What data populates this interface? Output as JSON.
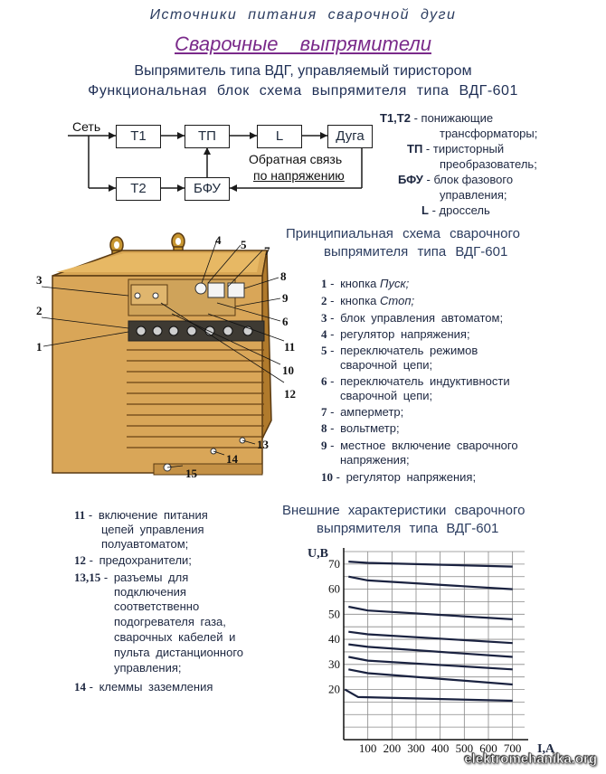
{
  "header": {
    "top_title": "Источники питания сварочной дуги",
    "subtitle": "Сварочные выпрямители",
    "section1_title": "Выпрямитель типа ВДГ, управляемый тиристором",
    "section1_sub": "Функциональная блок схема выпрямителя типа ВДГ-601"
  },
  "block_diagram": {
    "input_label": "Сеть",
    "blocks": [
      "Т1",
      "ТП",
      "L",
      "Дуга",
      "Т2",
      "БФУ"
    ],
    "feedback_label_1": "Обратная связь",
    "feedback_label_2": "по напряжению"
  },
  "block_legend": [
    {
      "key": "Т1,Т2",
      "text": "- понижающие"
    },
    {
      "key": "",
      "text": "трансформаторы;"
    },
    {
      "key": "ТП",
      "text": "- тиристорный"
    },
    {
      "key": "",
      "text": "преобразователь;"
    },
    {
      "key": "БФУ",
      "text": "- блок фазового"
    },
    {
      "key": "",
      "text": "управления;"
    },
    {
      "key": "L",
      "text": "- дроссель"
    }
  ],
  "schematic": {
    "title_1": "Принципиальная схема сварочного",
    "title_2": "выпрямителя типа ВДГ-601",
    "callouts": [
      "1",
      "2",
      "3",
      "4",
      "5",
      "6",
      "7",
      "8",
      "9",
      "10",
      "11",
      "12",
      "13",
      "14",
      "15"
    ]
  },
  "parts_right": [
    {
      "n": "1",
      "text": "- кнопка",
      "em": "Пуск;"
    },
    {
      "n": "2",
      "text": "- кнопка",
      "em": "Стоп;"
    },
    {
      "n": "3",
      "text": "- блок управления автоматом;",
      "em": ""
    },
    {
      "n": "4",
      "text": "- регулятор напряжения;",
      "em": ""
    },
    {
      "n": "5",
      "text": "- переключатель режимов",
      "em": ""
    },
    {
      "n": "",
      "text": "сварочной цепи;",
      "em": ""
    },
    {
      "n": "6",
      "text": "- переключатель индуктивности",
      "em": ""
    },
    {
      "n": "",
      "text": "сварочной цепи;",
      "em": ""
    },
    {
      "n": "7",
      "text": "- амперметр;",
      "em": ""
    },
    {
      "n": "8",
      "text": "- вольтметр;",
      "em": ""
    },
    {
      "n": "9",
      "text": "- местное включение сварочного",
      "em": ""
    },
    {
      "n": "",
      "text": "напряжения;",
      "em": ""
    },
    {
      "n": "10",
      "text": "- регулятор напряжения;",
      "em": ""
    }
  ],
  "parts_left": [
    {
      "n": "11",
      "text": "- включение питания"
    },
    {
      "n": "",
      "text": "цепей управления"
    },
    {
      "n": "",
      "text": "полуавтоматом;"
    },
    {
      "n": "12",
      "text": "- предохранители;"
    },
    {
      "n": "13,15",
      "text": "- разъемы для"
    },
    {
      "n": "",
      "text": "подключения"
    },
    {
      "n": "",
      "text": "соответственно"
    },
    {
      "n": "",
      "text": "подогревателя газа,"
    },
    {
      "n": "",
      "text": "сварочных кабелей и"
    },
    {
      "n": "",
      "text": "пульта дистанционного"
    },
    {
      "n": "",
      "text": "управления;"
    },
    {
      "n": "14",
      "text": "- клеммы заземления"
    }
  ],
  "chart_title_1": "Внешние характеристики сварочного",
  "chart_title_2": "выпрямителя типа ВДГ-601",
  "chart_data": {
    "type": "line",
    "xlabel": "I,A",
    "ylabel": "U,B",
    "x_ticks": [
      100,
      200,
      300,
      400,
      500,
      600,
      700
    ],
    "y_ticks": [
      20,
      30,
      40,
      50,
      60,
      70
    ],
    "xlim": [
      0,
      750
    ],
    "ylim": [
      0,
      75
    ],
    "grid": true,
    "series": [
      {
        "x": [
          20,
          100,
          700
        ],
        "y": [
          71,
          70.5,
          69
        ]
      },
      {
        "x": [
          20,
          100,
          700
        ],
        "y": [
          65,
          63.5,
          60
        ]
      },
      {
        "x": [
          20,
          100,
          700
        ],
        "y": [
          53,
          51.5,
          48
        ]
      },
      {
        "x": [
          20,
          100,
          700
        ],
        "y": [
          43,
          42,
          38.5
        ]
      },
      {
        "x": [
          20,
          100,
          700
        ],
        "y": [
          38,
          37,
          33
        ]
      },
      {
        "x": [
          20,
          100,
          700
        ],
        "y": [
          33,
          31.5,
          28
        ]
      },
      {
        "x": [
          20,
          100,
          700
        ],
        "y": [
          28,
          26.5,
          22
        ]
      },
      {
        "x": [
          5,
          60,
          700
        ],
        "y": [
          20,
          17,
          15.5
        ]
      }
    ]
  },
  "watermark": "elektromehanika.org"
}
